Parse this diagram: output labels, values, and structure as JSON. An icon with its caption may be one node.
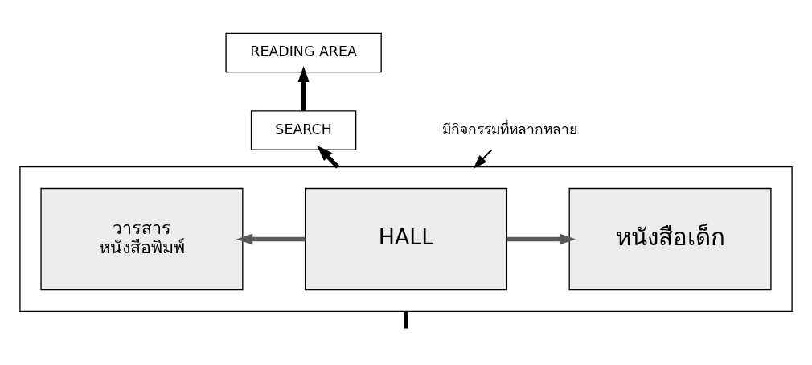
{
  "diagram": {
    "nodes": [
      {
        "text": [],
        "shape": "box"
      },
      {
        "text": [
          "READING AREA"
        ]
      },
      {
        "text": [
          "SEARCH"
        ]
      },
      {
        "text": [
          "มีกิจกรรมที่หลากหลาย"
        ]
      },
      {
        "text": [
          "วารสาร",
          "หนังสือพิมพ์"
        ],
        "in": 0
      },
      {
        "text": [
          "HALL"
        ],
        "in": 0
      },
      {
        "text": [
          "หนังสือเด็ก"
        ],
        "in": 0
      }
    ],
    "edges": [
      {
        "from": 3,
        "to": 0,
        "arrow": "to"
      },
      {
        "from": 0,
        "to": 2,
        "arrow": "to"
      },
      {
        "from": 2,
        "to": 1,
        "arrow": "to"
      },
      {
        "from": 5,
        "to": 4,
        "arrow": "to",
        "color": "#5a5a5a"
      },
      {
        "from": 5,
        "to": 6,
        "arrow": "to",
        "color": "#5a5a5a"
      },
      {
        "from": 0,
        "to": null,
        "arrow": "none"
      }
    ]
  }
}
